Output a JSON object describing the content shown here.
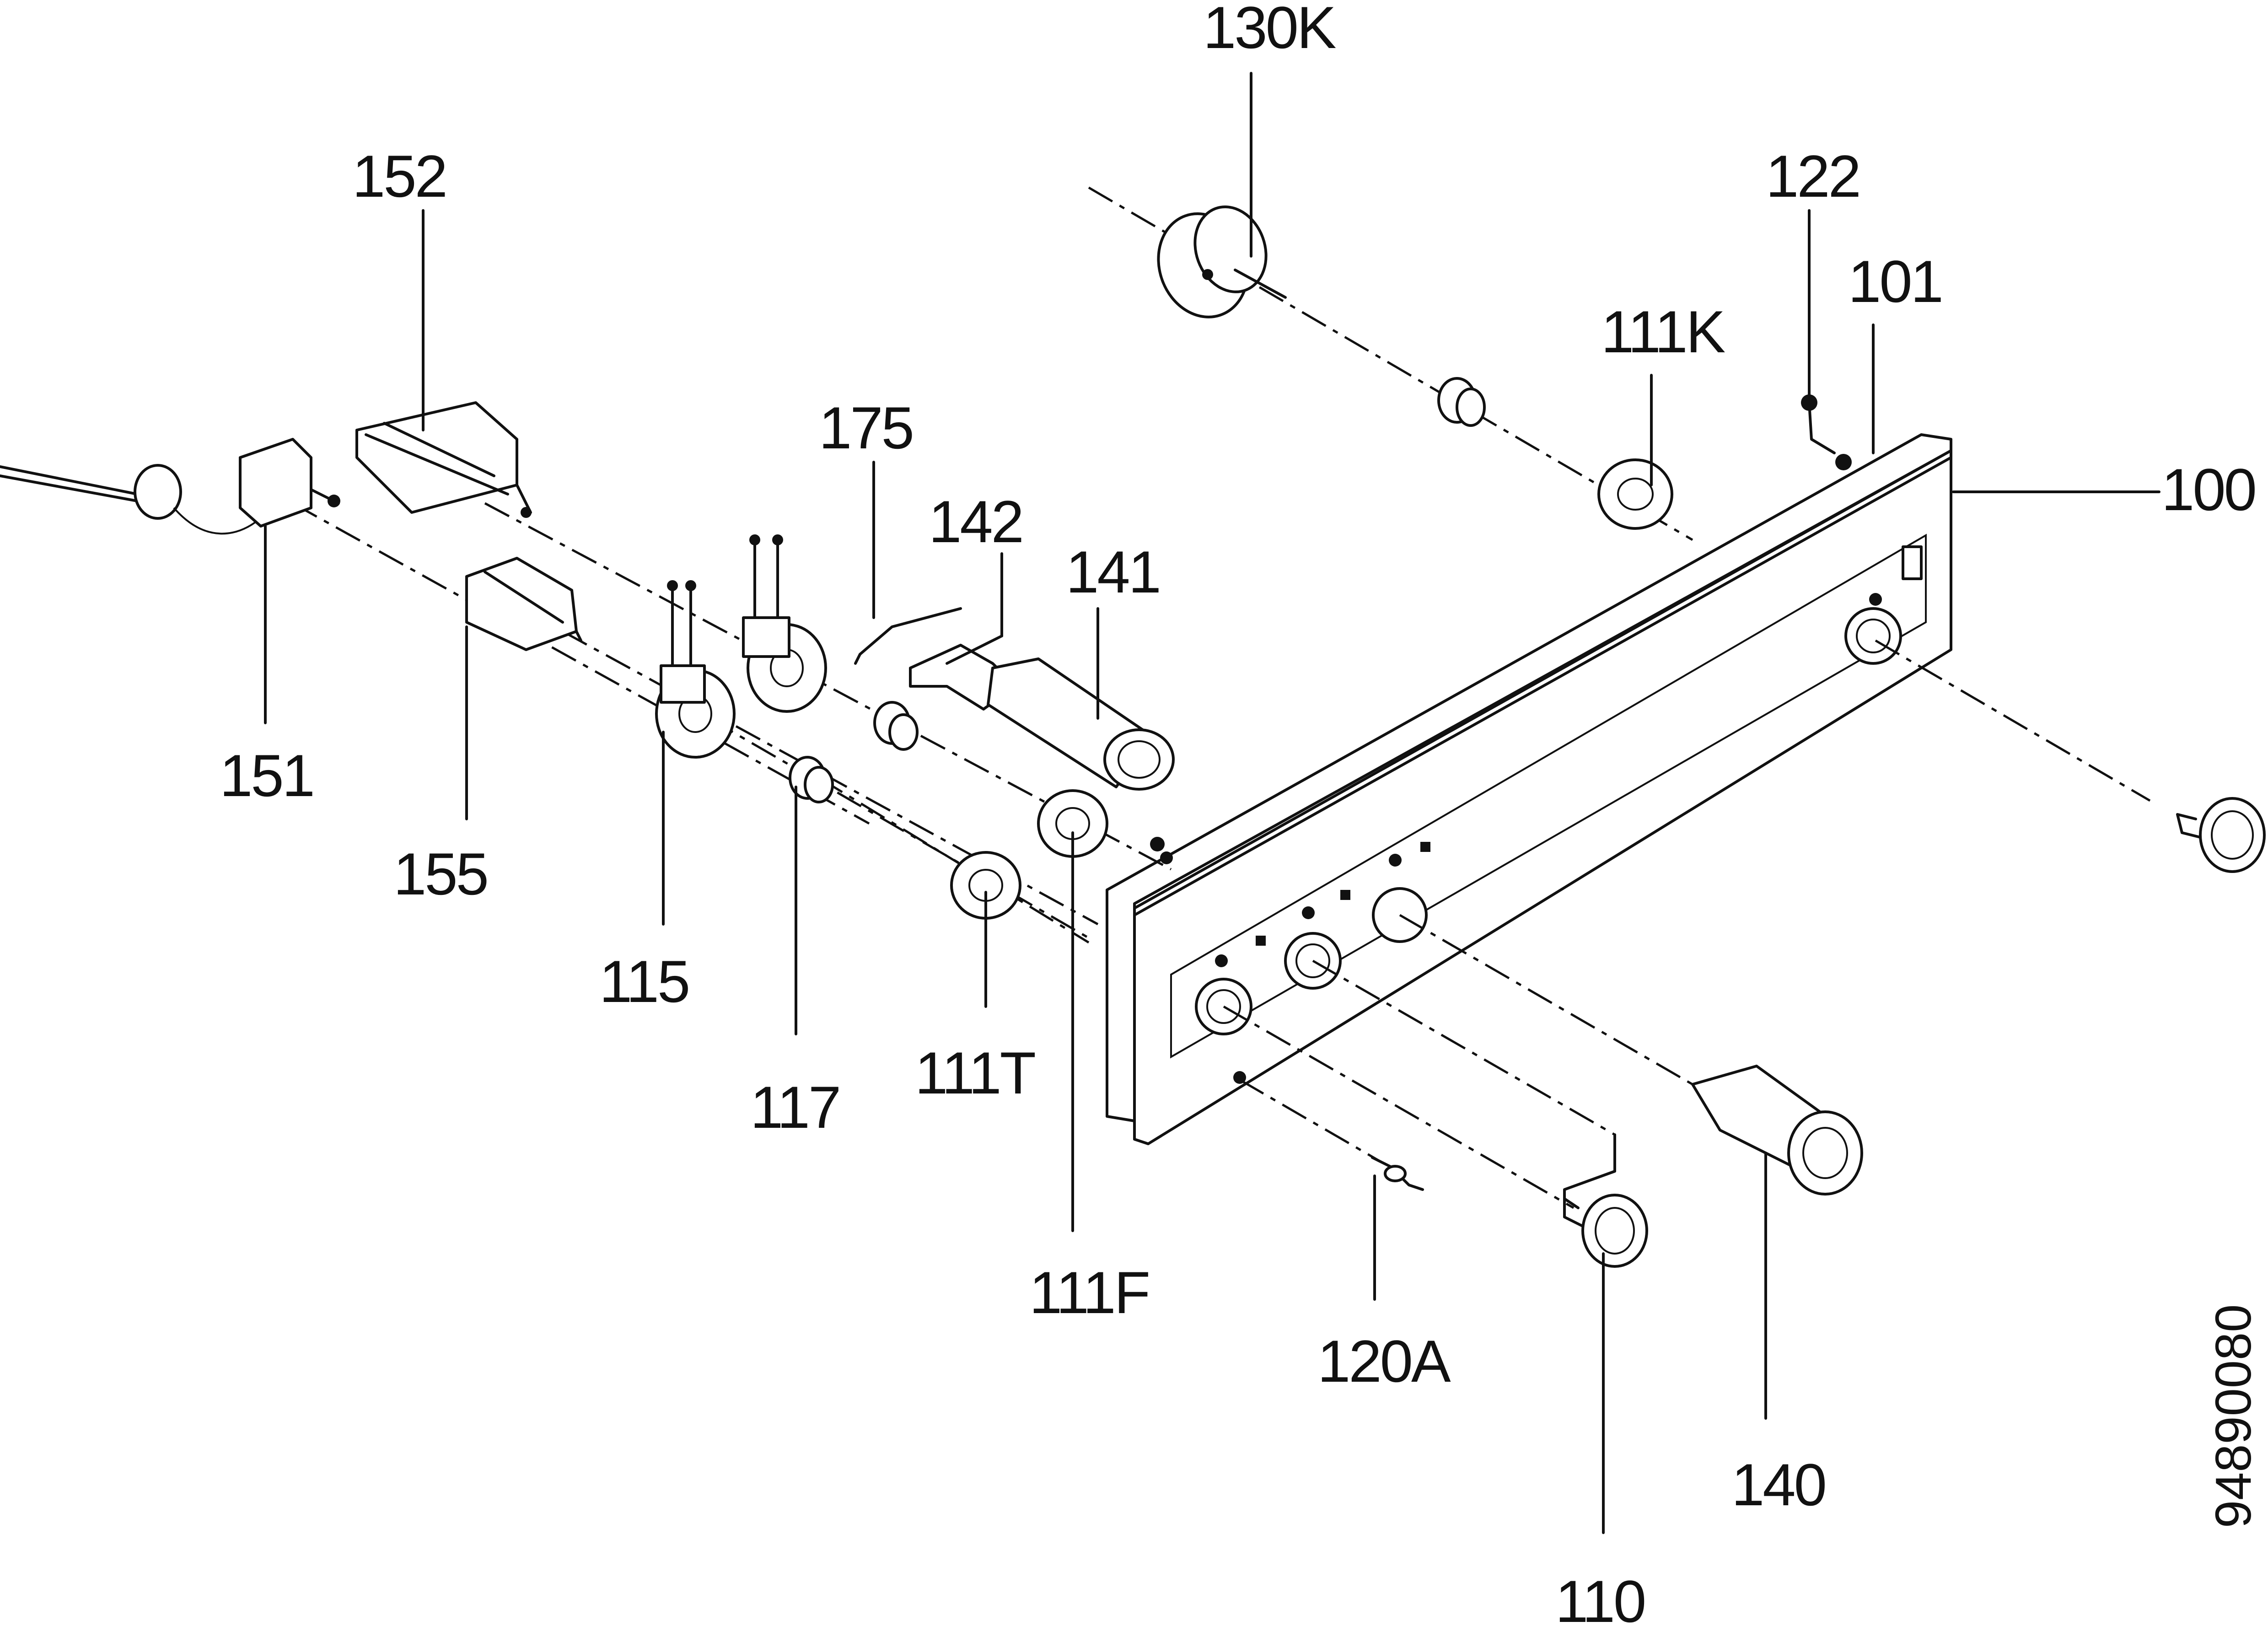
{
  "diagram": {
    "labels": {
      "l130K": "130K",
      "l152": "152",
      "l122": "122",
      "l101": "101",
      "l111K": "111K",
      "l100": "100",
      "l175": "175",
      "l142": "142",
      "l141": "141",
      "l151": "151",
      "l155": "155",
      "l115": "115",
      "l117": "117",
      "l111T": "111T",
      "l111F": "111F",
      "l120A": "120A",
      "l140": "140",
      "l110": "110"
    },
    "drawing_code": "94890080"
  }
}
